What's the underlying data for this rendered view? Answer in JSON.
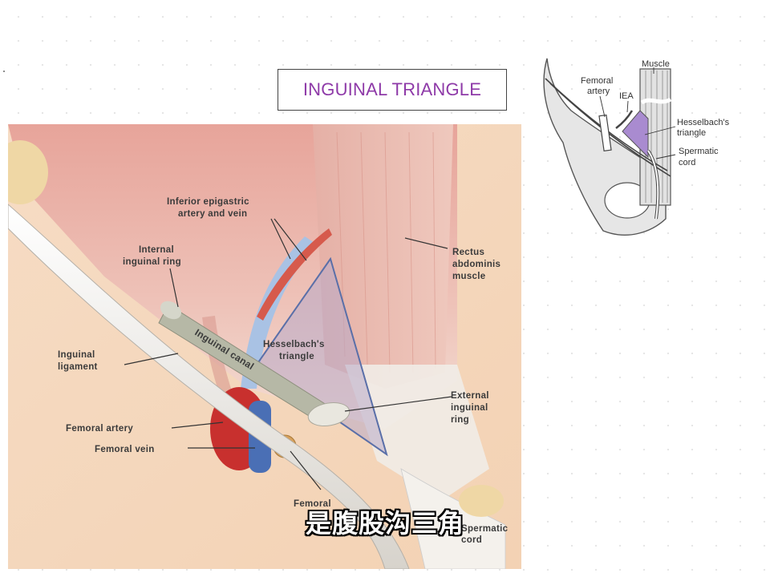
{
  "title": "INGUINAL TRIANGLE",
  "subtitle": "是腹股沟三角",
  "main_labels": {
    "inferior_epigastric_1": "Inferior epigastric",
    "inferior_epigastric_2": "artery and vein",
    "internal_ring_1": "Internal",
    "internal_ring_2": "inguinal ring",
    "rectus_1": "Rectus",
    "rectus_2": "abdominis",
    "rectus_3": "muscle",
    "inguinal_canal": "Inguinal canal",
    "hesselbach_1": "Hesselbach's",
    "hesselbach_2": "triangle",
    "inguinal_ligament_1": "Inguinal",
    "inguinal_ligament_2": "ligament",
    "external_ring_1": "External",
    "external_ring_2": "inguinal",
    "external_ring_3": "ring",
    "femoral_artery": "Femoral artery",
    "femoral_vein": "Femoral vein",
    "femoral": "Femoral",
    "spermatic_1": "Spermatic",
    "spermatic_2": "cord"
  },
  "inset_labels": {
    "muscle": "Muscle",
    "femoral_artery_1": "Femoral",
    "femoral_artery_2": "artery",
    "iea": "IEA",
    "hesselbach_1": "Hesselbach's",
    "hesselbach_2": "triangle",
    "spermatic_1": "Spermatic",
    "spermatic_2": "cord"
  },
  "colors": {
    "title": "#8e3aa8",
    "triangle_fill": "#b8a9c9",
    "triangle_stroke": "#5a6fa8",
    "artery": "#c8302e",
    "vein": "#4a6fb5",
    "inset_triangle": "#a98bd0"
  }
}
